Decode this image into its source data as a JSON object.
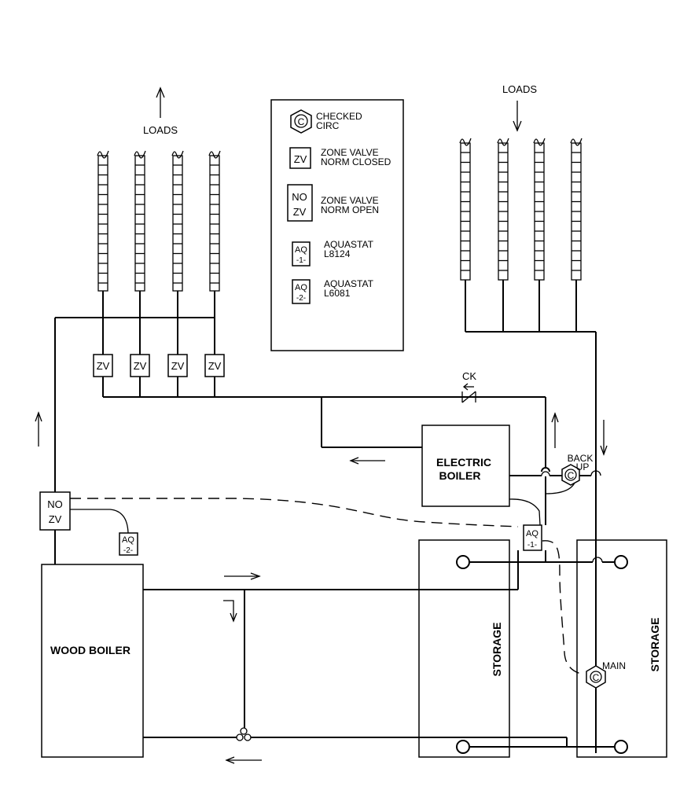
{
  "loads_left": "LOADS",
  "loads_right": "LOADS",
  "legend": {
    "checked_circ": [
      "CHECKED",
      "CIRC"
    ],
    "zv": {
      "symbol": "ZV",
      "lines": [
        "ZONE VALVE",
        "NORM CLOSED"
      ]
    },
    "nozv": {
      "symbol": [
        "NO",
        "ZV"
      ],
      "lines": [
        "ZONE VALVE",
        "NORM OPEN"
      ]
    },
    "aq1": {
      "symbol": [
        "AQ",
        "-1-"
      ],
      "lines": [
        "AQUASTAT",
        "L8124"
      ]
    },
    "aq2": {
      "symbol": [
        "AQ",
        "-2-"
      ],
      "lines": [
        "AQUASTAT",
        "L6081"
      ]
    }
  },
  "zone_valve_label": "ZV",
  "circulator_symbol": "C",
  "ck_label": "CK",
  "electric_boiler": [
    "ELECTRIC",
    "BOILER"
  ],
  "backup_label": [
    "BACK",
    "UP"
  ],
  "main_label": "MAIN",
  "no_zv": [
    "NO",
    "ZV"
  ],
  "aq2_label": [
    "AQ",
    "-2-"
  ],
  "aq1_label": [
    "AQ",
    "-1-"
  ],
  "wood_boiler": "WOOD BOILER",
  "storage_1": "STORAGE",
  "storage_2": "STORAGE"
}
